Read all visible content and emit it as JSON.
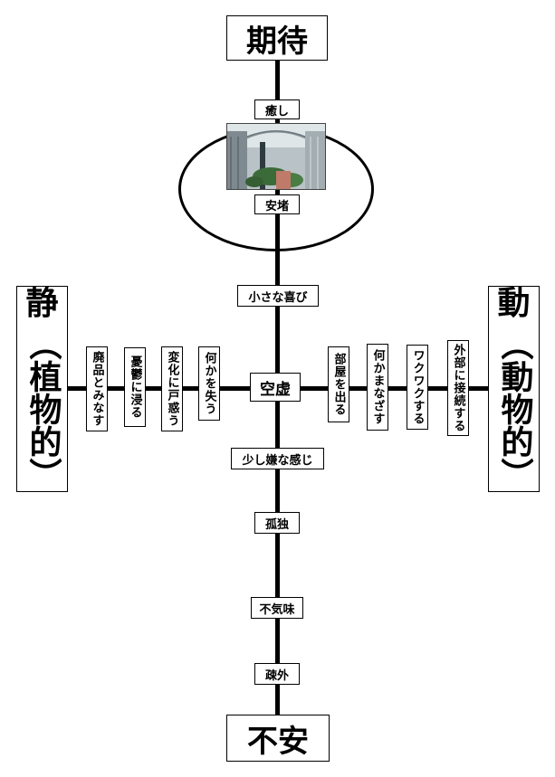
{
  "poles": {
    "top": "期待",
    "bottom": "不安",
    "left": {
      "main": "静",
      "sub": "（植物的）"
    },
    "right": {
      "main": "動",
      "sub": "（動物的）"
    }
  },
  "center": "空虚",
  "image_caption_top": "癒し",
  "image_caption_bottom": "安堵",
  "vertical_labels": [
    "小さな喜び",
    "少し嫌な感じ",
    "孤独",
    "不気味",
    "疎外"
  ],
  "left_labels": [
    "廃品とみなす",
    "憂鬱に浸る",
    "変化に戸惑う",
    "何かを失う"
  ],
  "right_labels": [
    "部屋を出る",
    "何かまなざす",
    "ワクワクする",
    "外部に接続する"
  ]
}
